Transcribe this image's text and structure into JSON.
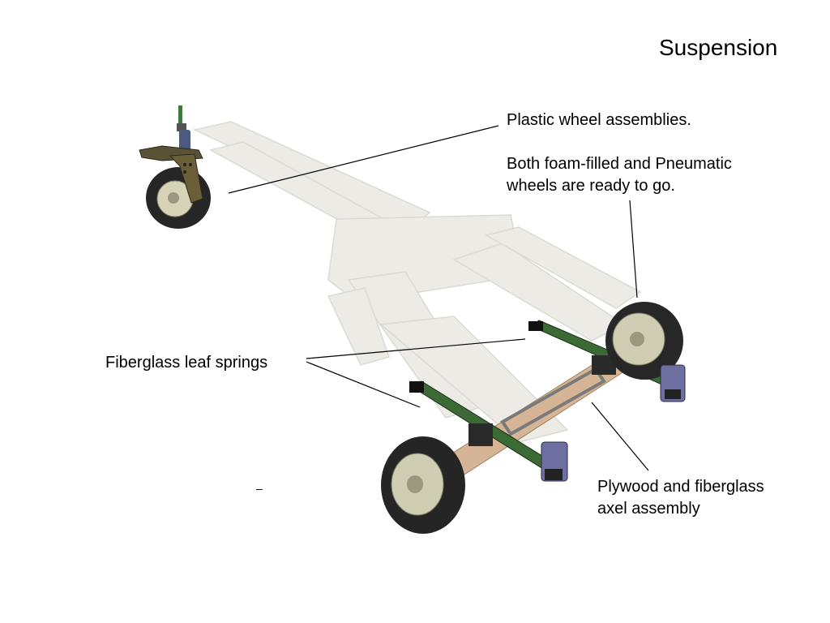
{
  "slide": {
    "title": "Suspension"
  },
  "callouts": {
    "wheels": {
      "title": "Plastic wheel assemblies.",
      "description_line1": "Both foam-filled and Pneumatic",
      "description_line2": "wheels are ready to go."
    },
    "leaf_springs": {
      "label": "Fiberglass leaf springs"
    },
    "axel": {
      "line1": "Plywood and fiberglass",
      "line2": "axel assembly"
    },
    "stray_mark": "–"
  },
  "colors": {
    "frame": "#ecebe6",
    "frame_edge": "#dad8d0",
    "tire": "#2a2a2a",
    "rim": "#c9c7b0",
    "leaf_spring": "#3c6a35",
    "plywood": "#cdb090",
    "bracket": "#6d6fa0",
    "leader_line": "#000000"
  }
}
